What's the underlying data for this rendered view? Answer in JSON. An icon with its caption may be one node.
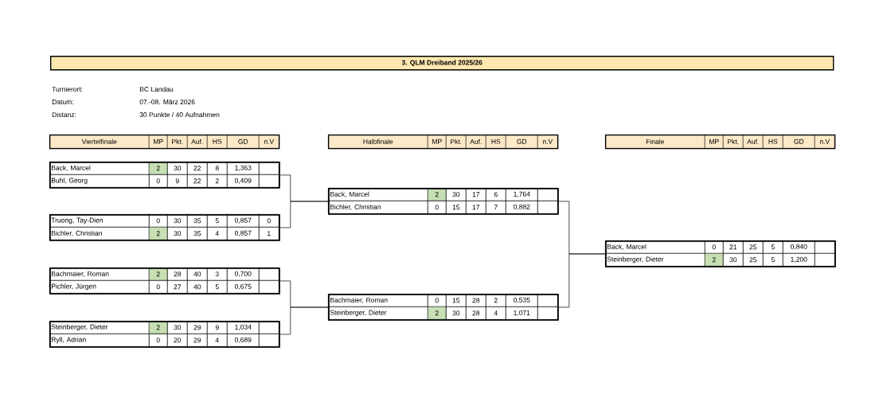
{
  "diagram": {
    "title": "3. QLM Dreiband 2025/26",
    "nodes": [
      {
        "text": [
          "Viertelfinale",
          "MP",
          "Pkt.",
          "Auf.",
          "HS",
          "GD",
          "n.V"
        ]
      },
      {
        "text": [
          "Halbfinale",
          "MP",
          "Pkt.",
          "Auf.",
          "HS",
          "GD",
          "n.V"
        ]
      },
      {
        "text": [
          "Finale",
          "MP",
          "Pkt.",
          "Auf.",
          "HS",
          "GD",
          "n.V"
        ]
      },
      {
        "text": [],
        "shape": "box"
      },
      {
        "text": [
          "Back, Marcel",
          "2",
          "30",
          "22",
          "8",
          "1,363"
        ],
        "in": 3
      },
      {
        "text": [
          "Buhl, Georg",
          "0",
          "9",
          "22",
          "2",
          "0,409"
        ],
        "in": 3
      },
      {
        "text": [],
        "shape": "box"
      },
      {
        "text": [
          "Truong, Tay-Dien",
          "0",
          "30",
          "35",
          "5",
          "0,857",
          "0"
        ],
        "in": 6
      },
      {
        "text": [
          "Bichler, Christian",
          "2",
          "30",
          "35",
          "4",
          "0,857",
          "1"
        ],
        "in": 6
      },
      {
        "text": [],
        "shape": "box"
      },
      {
        "text": [
          "Bachmaier, Roman",
          "2",
          "28",
          "40",
          "3",
          "0,700"
        ],
        "in": 9
      },
      {
        "text": [
          "Pichler, Jürgen",
          "0",
          "27",
          "40",
          "5",
          "0,675"
        ],
        "in": 9
      },
      {
        "text": [],
        "shape": "box"
      },
      {
        "text": [
          "Steinberger, Dieter",
          "2",
          "30",
          "29",
          "9",
          "1,034"
        ],
        "in": 12
      },
      {
        "text": [
          "Ryll, Adrian",
          "0",
          "20",
          "29",
          "4",
          "0,689"
        ],
        "in": 12
      },
      {
        "text": [],
        "shape": "box"
      },
      {
        "text": [
          "Back, Marcel",
          "2",
          "30",
          "17",
          "6",
          "1,764"
        ],
        "in": 15
      },
      {
        "text": [
          "Bichler, Christian",
          "0",
          "15",
          "17",
          "7",
          "0,882"
        ],
        "in": 15
      },
      {
        "text": [],
        "shape": "box"
      },
      {
        "text": [
          "Bachmaier, Roman",
          "0",
          "15",
          "28",
          "2",
          "0,535"
        ],
        "in": 18
      },
      {
        "text": [
          "Steinberger, Dieter",
          "2",
          "30",
          "28",
          "4",
          "1,071"
        ],
        "in": 18
      },
      {
        "text": [],
        "shape": "box"
      },
      {
        "text": [
          "Back, Marcel",
          "0",
          "21",
          "25",
          "5",
          "0,840"
        ],
        "in": 21
      },
      {
        "text": [
          "Steinberger, Dieter",
          "2",
          "30",
          "25",
          "5",
          "1,200"
        ],
        "in": 21
      }
    ],
    "edges": [
      {
        "from": 3,
        "to": 15,
        "arrow": "none"
      },
      {
        "from": 6,
        "to": 15,
        "arrow": "none"
      },
      {
        "from": 9,
        "to": 18,
        "arrow": "none"
      },
      {
        "from": 12,
        "to": 18,
        "arrow": "none"
      },
      {
        "from": 15,
        "to": 21,
        "arrow": "none"
      },
      {
        "from": 18,
        "to": 21,
        "arrow": "none"
      }
    ],
    "labels": [
      "Turnierort:",
      "BC Landau",
      "Datum:",
      "07.-08. März 2026",
      "Distanz:",
      "30 Punkte / 40 Aufnahmen"
    ]
  }
}
